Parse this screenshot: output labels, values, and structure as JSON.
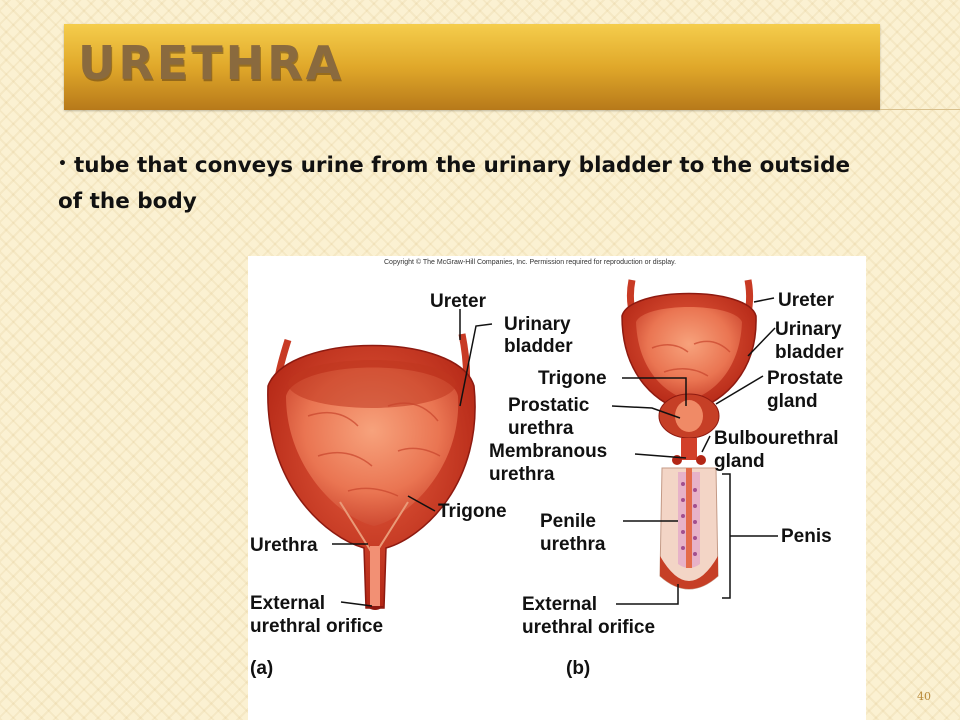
{
  "title": "URETHRA",
  "bullet": "tube that conveys urine from the urinary bladder to the outside of the body",
  "bullet_symbol": "•",
  "figure": {
    "copyright": "Copyright © The McGraw-Hill Companies, Inc. Permission required for reproduction or display.",
    "panel_a": {
      "tag": "(a)",
      "labels": {
        "ureter": "Ureter",
        "bladder_1": "Urinary",
        "bladder_2": "bladder",
        "trigone": "Trigone",
        "urethra": "Urethra",
        "external_1": "External",
        "external_2": "urethral orifice"
      }
    },
    "panel_b": {
      "tag": "(b)",
      "labels": {
        "ureter": "Ureter",
        "bladder_1": "Urinary",
        "bladder_2": "bladder",
        "trigone": "Trigone",
        "prostate_1": "Prostate",
        "prostate_2": "gland",
        "prostatic_1": "Prostatic",
        "prostatic_2": "urethra",
        "membranous_1": "Membranous",
        "membranous_2": "urethra",
        "bulbo_1": "Bulbourethral",
        "bulbo_2": "gland",
        "penile_1": "Penile",
        "penile_2": "urethra",
        "penis": "Penis",
        "external_1": "External",
        "external_2": "urethral orifice"
      }
    }
  },
  "colors": {
    "title_gold": "#e0a82a",
    "tissue_red": "#d2402a",
    "tissue_light": "#f08a66",
    "tissue_dark": "#8e1a10"
  },
  "page_number": "40"
}
